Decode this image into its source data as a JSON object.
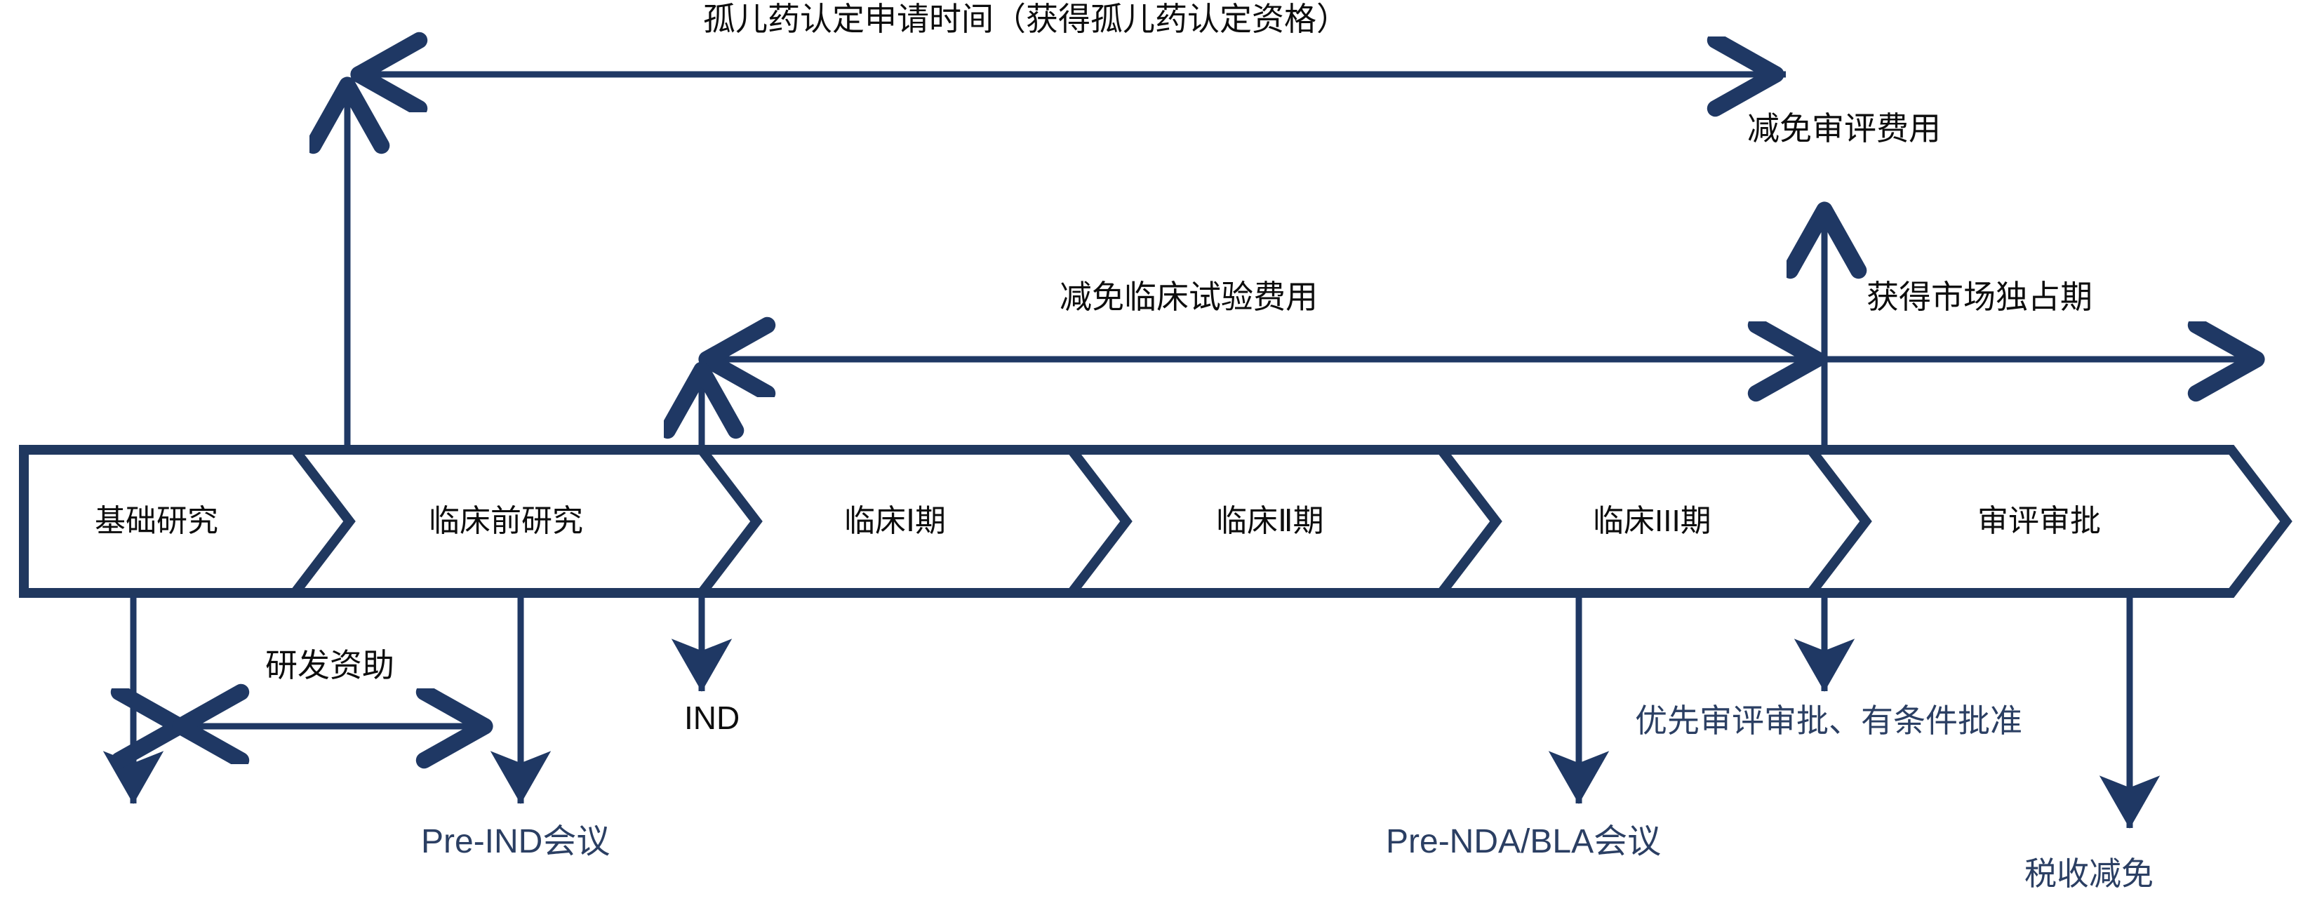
{
  "colors": {
    "navy": "#1f3864",
    "navy_stroke": "#20385f",
    "text_black": "#0d0d0d",
    "text_navy": "#2b3f63",
    "background": "#ffffff"
  },
  "diagram": {
    "type": "drug-development-timeline",
    "title": "孤儿药认定申请时间（获得孤儿药认定资格）"
  },
  "process_bar": {
    "name": "drug-development-stages",
    "stages": [
      {
        "id": "basic-research",
        "label": "基础研究"
      },
      {
        "id": "preclinical-research",
        "label": "临床前研究"
      },
      {
        "id": "clinical-phase-1",
        "label": "临床Ⅰ期"
      },
      {
        "id": "clinical-phase-2",
        "label": "临床Ⅱ期"
      },
      {
        "id": "clinical-phase-3",
        "label": "临床III期"
      },
      {
        "id": "review-approval",
        "label": "审评审批"
      }
    ]
  },
  "annotations": {
    "top_span_label": "孤儿药认定申请时间（获得孤儿药认定资格）",
    "fee_waiver_review": "减免审评费用",
    "fee_waiver_clinical": "减免临床试验费用",
    "market_exclusivity": "获得市场独占期",
    "rd_funding": "研发资助",
    "ind": "IND",
    "pre_ind_meeting": "Pre-IND会议",
    "pre_nda_bla_meeting": "Pre-NDA/BLA会议",
    "priority_review": "优先审评审批、有条件批准",
    "tax_credit": "税收减免"
  }
}
